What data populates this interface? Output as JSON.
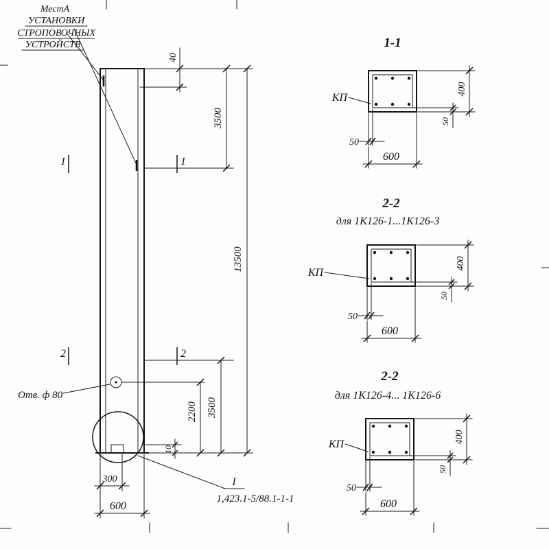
{
  "note": {
    "line1": "МестА",
    "line2": "УСТАНОВКИ",
    "line3": "СТРОПОВОЧНЫХ",
    "line4": "УСТРОЙСТВ"
  },
  "elevation": {
    "dim_top": "40",
    "dim_upper": "3500",
    "dim_total": "13500",
    "dim_hole": "2200",
    "dim_lower": "3500",
    "dim_base": "10",
    "dim_w300": "300",
    "dim_w600": "600",
    "hole_label": "Отв. ф 80",
    "sec1": "1",
    "sec2": "2",
    "detail_num": "I",
    "detail_ref": "1,423.1-5/88.1-1-1"
  },
  "sections": [
    {
      "title": "1-1",
      "subtitle": "",
      "kp": "КП",
      "h": "400",
      "w": "600",
      "c_side": "50",
      "c_bottom": "50"
    },
    {
      "title": "2-2",
      "subtitle": "для 1К126-1...1К126-3",
      "kp": "КП",
      "h": "400",
      "w": "600",
      "c_side": "50",
      "c_bottom": "50"
    },
    {
      "title": "2-2",
      "subtitle": "для 1К126-4... 1К126-6",
      "kp": "КП",
      "h": "400",
      "w": "600",
      "c_side": "50",
      "c_bottom": "50"
    }
  ]
}
